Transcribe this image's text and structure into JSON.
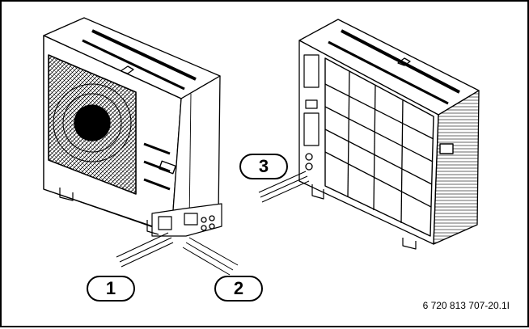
{
  "callouts": {
    "c1": "1",
    "c2": "2",
    "c3": "3"
  },
  "figure_code": "6 720 813 707-20.1I",
  "colors": {
    "line": "#000000",
    "background": "#ffffff"
  }
}
